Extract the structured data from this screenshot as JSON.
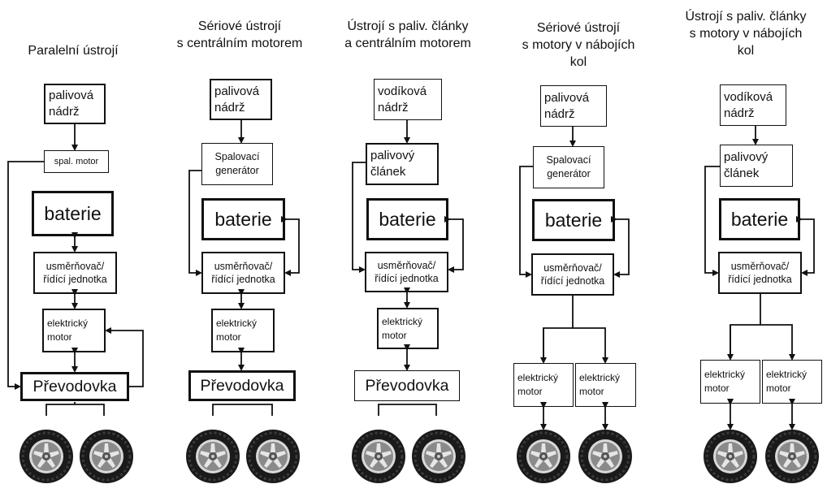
{
  "columns": [
    {
      "title": "Paralelní ústrojí",
      "tank": "palivová\nnádrž",
      "engine": "spal. motor",
      "battery": "baterie",
      "controller": "usměrňovač/\nřídící jednotka",
      "motor": "elektrický\nmotor",
      "gearbox": "Převodovka"
    },
    {
      "title": "Sériové ústrojí\ns centrálním motorem",
      "tank": "palivová\nnádrž",
      "generator": "Spalovací\ngenerátor",
      "battery": "baterie",
      "controller": "usměrňovač/\nřídící jednotka",
      "motor": "elektrický\nmotor",
      "gearbox": "Převodovka"
    },
    {
      "title": "Ústrojí s paliv. články\na centrálním motorem",
      "tank": "vodíková\nnádrž",
      "fuel_cell": "palivový\nčlánek",
      "battery": "baterie",
      "controller": "usměrňovač/\nřídící jednotka",
      "motor": "elektrický\nmotor",
      "gearbox": "Převodovka"
    },
    {
      "title": "Sériové ústrojí\ns motory v nábojích\nkol",
      "tank": "palivová\nnádrž",
      "generator": "Spalovací\ngenerátor",
      "battery": "baterie",
      "controller": "usměrňovač/\nřídící jednotka",
      "motor_left": "elektrický\nmotor",
      "motor_right": "elektrický\nmotor"
    },
    {
      "title": "Ústrojí s paliv. články\ns motory v nábojích\nkol",
      "tank": "vodíková\nnádrž",
      "fuel_cell": "palivový\nčlánek",
      "battery": "baterie",
      "controller": "usměrňovač/\nřídící jednotka",
      "motor_left": "elektrický\nmotor",
      "motor_right": "elektrický\nmotor"
    }
  ],
  "colors": {
    "line": "#111111",
    "tire": "#1a1a1a",
    "rim": "#d9d9d9"
  }
}
